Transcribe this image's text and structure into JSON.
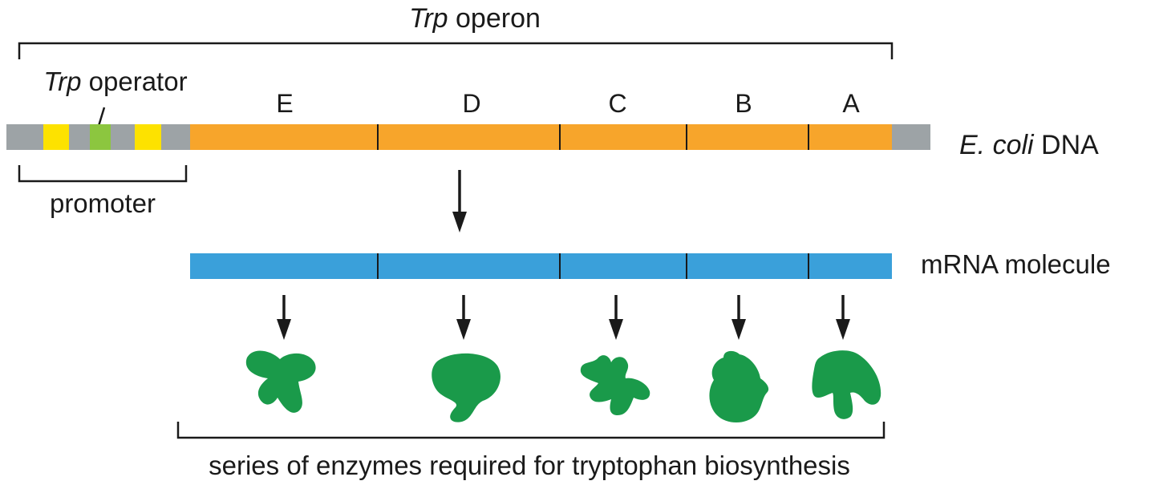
{
  "operon_label": {
    "italic": "Trp",
    "rest": " operon"
  },
  "operator_label": {
    "italic": "Trp",
    "rest": " operator"
  },
  "promoter_label": "promoter",
  "dna_label": {
    "italic": "E. coli",
    "rest": " DNA"
  },
  "mrna_label": "mRNA molecule",
  "genes": [
    "E",
    "D",
    "C",
    "B",
    "A"
  ],
  "enzymes_label": "series of enzymes required for tryptophan biosynthesis",
  "colors": {
    "dna_gene": "#f7a52b",
    "dna_flank": "#9da3a6",
    "promoter_box": "#fde200",
    "operator_box": "#8cc63f",
    "mrna": "#3aa0da",
    "enzyme": "#1a9a4a",
    "line": "#1a1a1a"
  }
}
